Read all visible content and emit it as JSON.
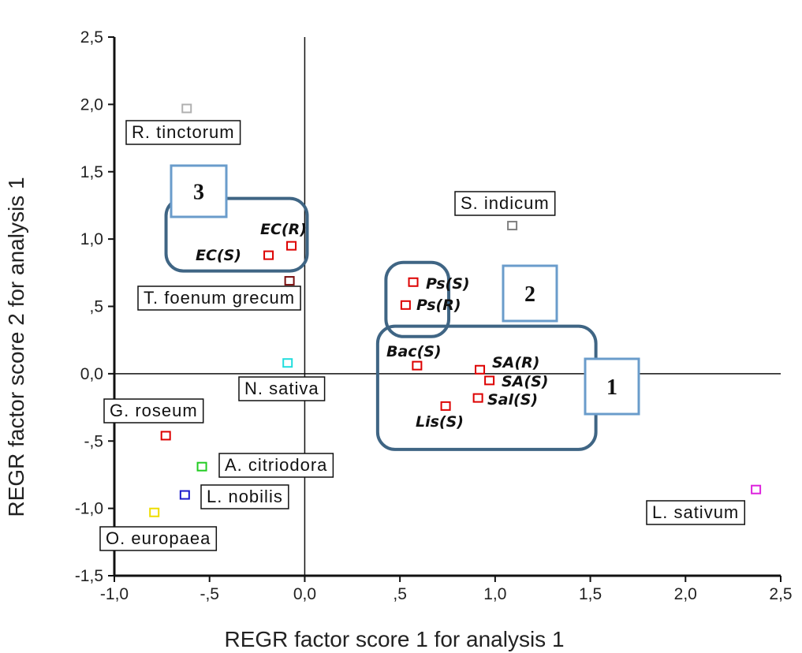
{
  "chart_data": {
    "type": "scatter",
    "xlabel": "REGR factor score   1 for analysis    1",
    "ylabel": "REGR factor score   2 for analysis   1",
    "xlim": [
      -1.0,
      2.5
    ],
    "ylim": [
      -1.5,
      2.5
    ],
    "x_ticks": [
      "-1,0",
      "-,5",
      "0,0",
      ",5",
      "1,0",
      "1,5",
      "2,0",
      "2,5"
    ],
    "y_ticks": [
      "2,5",
      "2,0",
      "1,5",
      "1,0",
      ",5",
      "0,0",
      "-,5",
      "-1,0",
      "-1,5"
    ],
    "reference_lines": {
      "x": 0.0,
      "y": 0.0
    },
    "grid": false,
    "points": [
      {
        "label": "R. tinctorum",
        "x": -0.62,
        "y": 1.97,
        "color": "#b0b0b0"
      },
      {
        "label": "S. indicum",
        "x": 1.09,
        "y": 1.1,
        "color": "#808080"
      },
      {
        "label": "EC(R)",
        "x": -0.07,
        "y": 0.95,
        "color": "#dd0000"
      },
      {
        "label": "EC(S)",
        "x": -0.19,
        "y": 0.88,
        "color": "#dd0000"
      },
      {
        "label": "T. foenum grecum",
        "x": -0.08,
        "y": 0.69,
        "color": "#7a1010"
      },
      {
        "label": "Ps(S)",
        "x": 0.57,
        "y": 0.68,
        "color": "#dd0000"
      },
      {
        "label": "Ps(R)",
        "x": 0.53,
        "y": 0.51,
        "color": "#dd0000"
      },
      {
        "label": "N. sativa",
        "x": -0.09,
        "y": 0.08,
        "color": "#22dddd"
      },
      {
        "label": "Bac(S)",
        "x": 0.59,
        "y": 0.06,
        "color": "#dd0000"
      },
      {
        "label": "SA(R)",
        "x": 0.92,
        "y": 0.03,
        "color": "#dd0000"
      },
      {
        "label": "SA(S)",
        "x": 0.97,
        "y": -0.05,
        "color": "#dd0000"
      },
      {
        "label": "Sal(S)",
        "x": 0.91,
        "y": -0.18,
        "color": "#dd0000"
      },
      {
        "label": "Lis(S)",
        "x": 0.74,
        "y": -0.24,
        "color": "#dd0000"
      },
      {
        "label": "G. roseum",
        "x": -0.73,
        "y": -0.46,
        "color": "#dd0000"
      },
      {
        "label": "A. citriodora",
        "x": -0.54,
        "y": -0.69,
        "color": "#22cc22"
      },
      {
        "label": "L. nobilis",
        "x": -0.63,
        "y": -0.9,
        "color": "#1a1acc"
      },
      {
        "label": "O. europaea",
        "x": -0.79,
        "y": -1.03,
        "color": "#eedd00"
      },
      {
        "label": "L. sativum",
        "x": 2.37,
        "y": -0.86,
        "color": "#dd22dd"
      }
    ],
    "clusters": [
      {
        "number": "1",
        "members": [
          "Bac(S)",
          "SA(R)",
          "SA(S)",
          "Sal(S)",
          "Lis(S)"
        ]
      },
      {
        "number": "2",
        "members": [
          "Ps(S)",
          "Ps(R)"
        ]
      },
      {
        "number": "3",
        "members": [
          "EC(R)",
          "EC(S)"
        ]
      }
    ]
  }
}
